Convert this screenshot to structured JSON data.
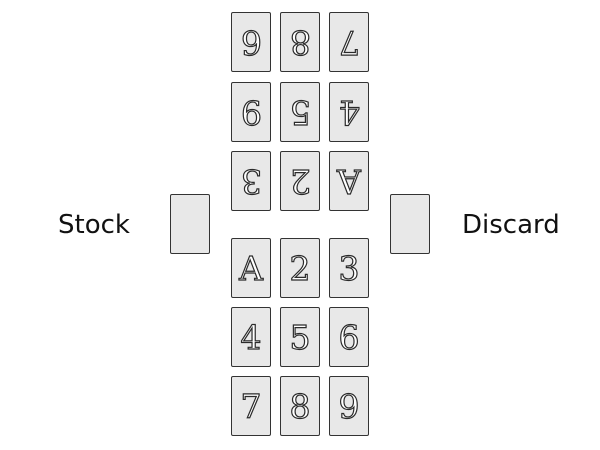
{
  "labels": {
    "stock": "Stock",
    "discard": "Discard"
  },
  "top_grid": {
    "orientation": "upside-down",
    "rows": [
      [
        "6",
        "8",
        "7"
      ],
      [
        "9",
        "5",
        "4"
      ],
      [
        "3",
        "2",
        "A"
      ]
    ]
  },
  "bottom_grid": {
    "orientation": "upright",
    "rows": [
      [
        "A",
        "2",
        "3"
      ],
      [
        "4",
        "5",
        "6"
      ],
      [
        "7",
        "8",
        "9"
      ]
    ]
  },
  "colors": {
    "card_face": "#e8e8e8",
    "card_border": "#333333",
    "background": "#ffffff"
  }
}
